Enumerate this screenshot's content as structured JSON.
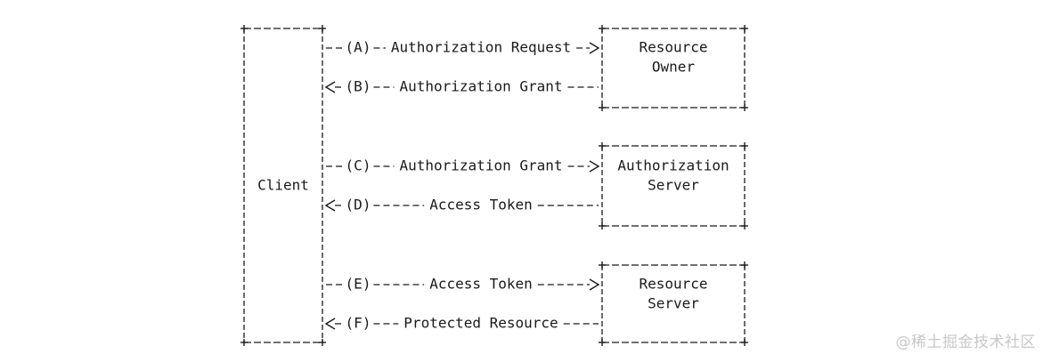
{
  "diagram": {
    "client_label": "Client",
    "actors": [
      {
        "id": "resource-owner",
        "lines": [
          "Resource",
          "Owner"
        ]
      },
      {
        "id": "authorization-server",
        "lines": [
          "Authorization",
          "Server"
        ]
      },
      {
        "id": "resource-server",
        "lines": [
          "Resource",
          "Server"
        ]
      }
    ],
    "steps": [
      {
        "id": "A",
        "direction": "right",
        "marker": "(A)",
        "label": "Authorization Request"
      },
      {
        "id": "B",
        "direction": "left",
        "marker": "(B)",
        "label": "Authorization Grant"
      },
      {
        "id": "C",
        "direction": "right",
        "marker": "(C)",
        "label": "Authorization Grant"
      },
      {
        "id": "D",
        "direction": "left",
        "marker": "(D)",
        "label": "Access Token"
      },
      {
        "id": "E",
        "direction": "right",
        "marker": "(E)",
        "label": "Access Token"
      },
      {
        "id": "F",
        "direction": "left",
        "marker": "(F)",
        "label": "Protected Resource"
      }
    ]
  },
  "watermark": "@稀土掘金技术社区",
  "colors": {
    "background": "#ffffff",
    "ink": "#1a1a1a",
    "watermark": "#c8c8c8"
  }
}
